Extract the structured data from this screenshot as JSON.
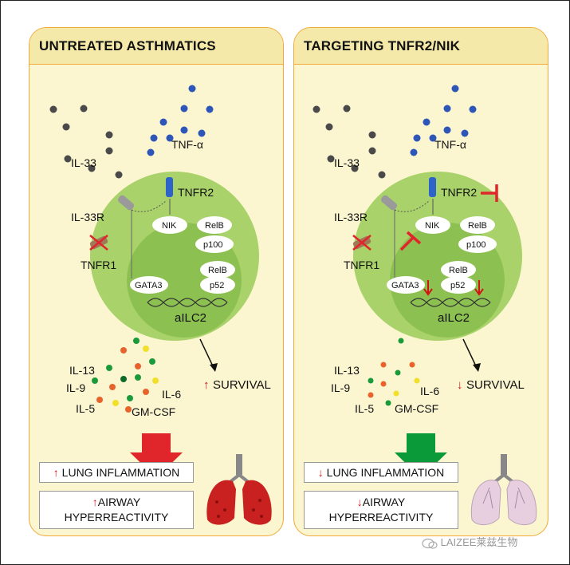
{
  "panels": {
    "left": {
      "title": "UNTREATED ASTHMATICS",
      "labels": {
        "il33": "IL-33",
        "tnfa": "TNF-α",
        "tnfr2": "TNFR2",
        "il33r": "IL-33R",
        "nik": "NIK",
        "relb": "RelB",
        "p100": "p100",
        "tnfr1": "TNFR1",
        "relb2": "RelB",
        "gata3": "GATA3",
        "p52": "p52",
        "ailc2": "aILC2",
        "il13": "IL-13",
        "il9": "IL-9",
        "il6": "IL-6",
        "il5": "IL-5",
        "gmcsf": "GM-CSF",
        "survival": "SURVIVAL"
      },
      "outcome": {
        "lung_inflammation": "LUNG INFLAMMATION",
        "airway": "AIRWAY",
        "hyper": "HYPERREACTIVITY"
      },
      "arrow_symbol": "↑",
      "big_arrow_color": "#e0262b",
      "lung_color": "#c8211f"
    },
    "right": {
      "title": "TARGETING TNFR2/NIK",
      "labels": {
        "il33": "IL-33",
        "tnfa": "TNF-α",
        "tnfr2": "TNFR2",
        "il33r": "IL-33R",
        "nik": "NIK",
        "relb": "RelB",
        "p100": "p100",
        "tnfr1": "TNFR1",
        "relb2": "RelB",
        "gata3": "GATA3",
        "p52": "p52",
        "ailc2": "aILC2",
        "il13": "IL-13",
        "il9": "IL-9",
        "il6": "IL-6",
        "il5": "IL-5",
        "gmcsf": "GM-CSF",
        "survival": "SURVIVAL"
      },
      "outcome": {
        "lung_inflammation": "LUNG INFLAMMATION",
        "airway": "AIRWAY",
        "hyper": "HYPERREACTIVITY"
      },
      "arrow_symbol": "↓",
      "big_arrow_color": "#0a9a3a",
      "lung_color": "#e7cfe0"
    }
  },
  "watermark": "LAIZEE莱兹生物",
  "colors": {
    "cell_outer": "#a9d26a",
    "cell_inner": "#8cc152",
    "il33_dot": "#4a4a4a",
    "tnfa_dot": "#2e55b8",
    "inhibitor": "#e0262b",
    "panel_border": "#f0a93a",
    "panel_fill": "#fbf6d0",
    "panel_header": "#f4e9a8"
  }
}
